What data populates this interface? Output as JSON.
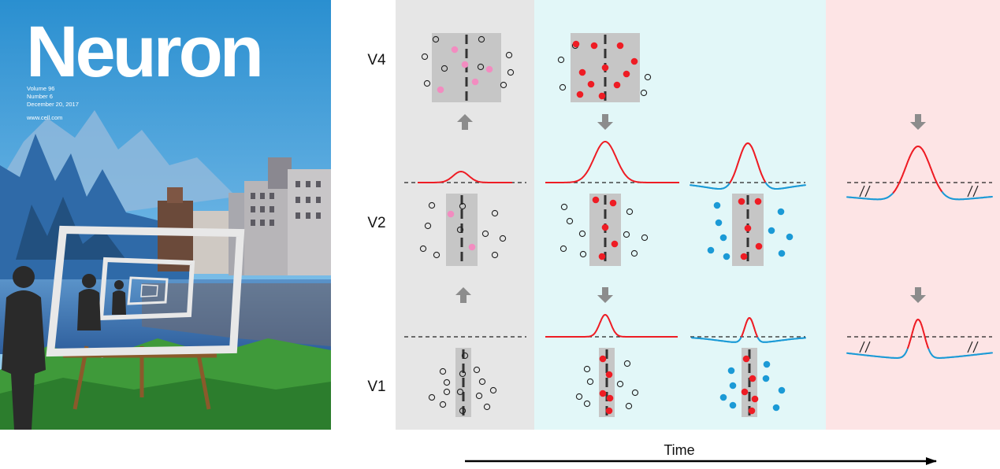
{
  "cover": {
    "title": "Neuron",
    "volume": "Volume 96",
    "number": "Number 6",
    "date": "December 20, 2017",
    "website": "www.cell.com"
  },
  "diagram": {
    "area_labels": [
      "V4",
      "V2",
      "V1"
    ],
    "time_label": "Time"
  },
  "colors": {
    "active_dot": "#ee1c24",
    "weak_dot": "#f28cc0",
    "suppressed_dot": "#1b9ad6",
    "response_curve": "#ee1c24",
    "suppression_curve": "#1b9ad6",
    "phase1_bg": "#e6e6e6",
    "phase2_bg": "#e2f7f8",
    "phase3_bg": "#fde4e5",
    "arrow": "#8c8c8c"
  }
}
